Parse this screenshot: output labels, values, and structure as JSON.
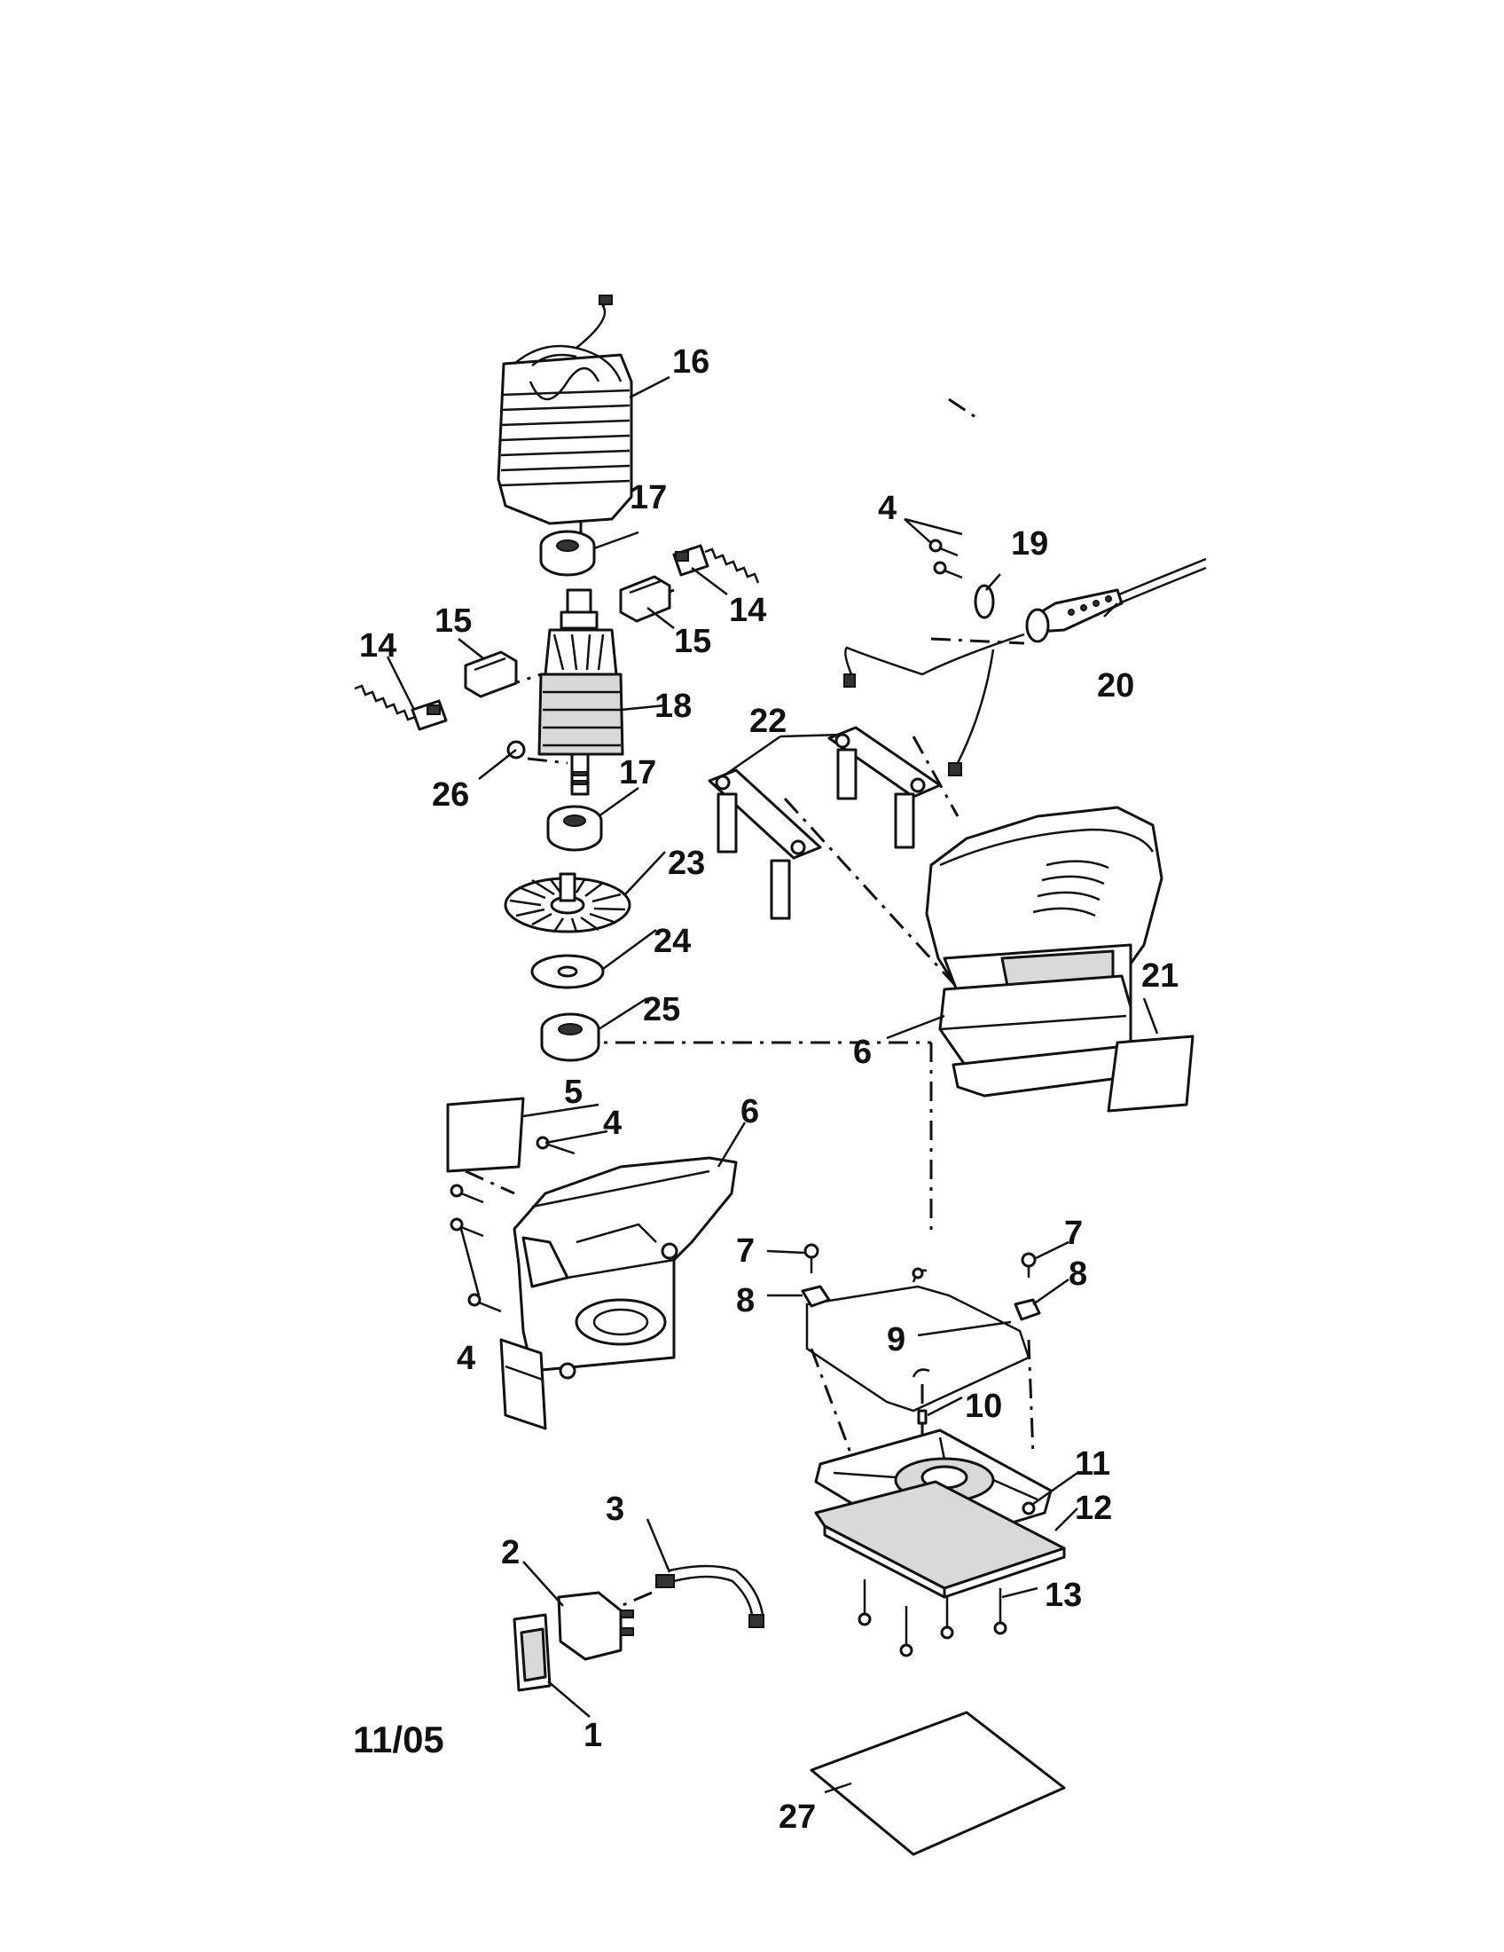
{
  "footer": {
    "date_code": "11/05"
  },
  "callouts": {
    "c16": "16",
    "c17a": "17",
    "c4a": "4",
    "c19": "19",
    "c15a": "15",
    "c14a": "14",
    "c14b": "14",
    "c15b": "15",
    "c20": "20",
    "c18": "18",
    "c22": "22",
    "c26": "26",
    "c17b": "17",
    "c23": "23",
    "c24": "24",
    "c25": "25",
    "c21": "21",
    "c6a": "6",
    "c5": "5",
    "c4b": "4",
    "c6b": "6",
    "c7a": "7",
    "c7b": "7",
    "c8a": "8",
    "c8b": "8",
    "c9": "9",
    "c4c": "4",
    "c10": "10",
    "c11": "11",
    "c12": "12",
    "c3": "3",
    "c2": "2",
    "c13": "13",
    "c1": "1",
    "c27": "27"
  }
}
